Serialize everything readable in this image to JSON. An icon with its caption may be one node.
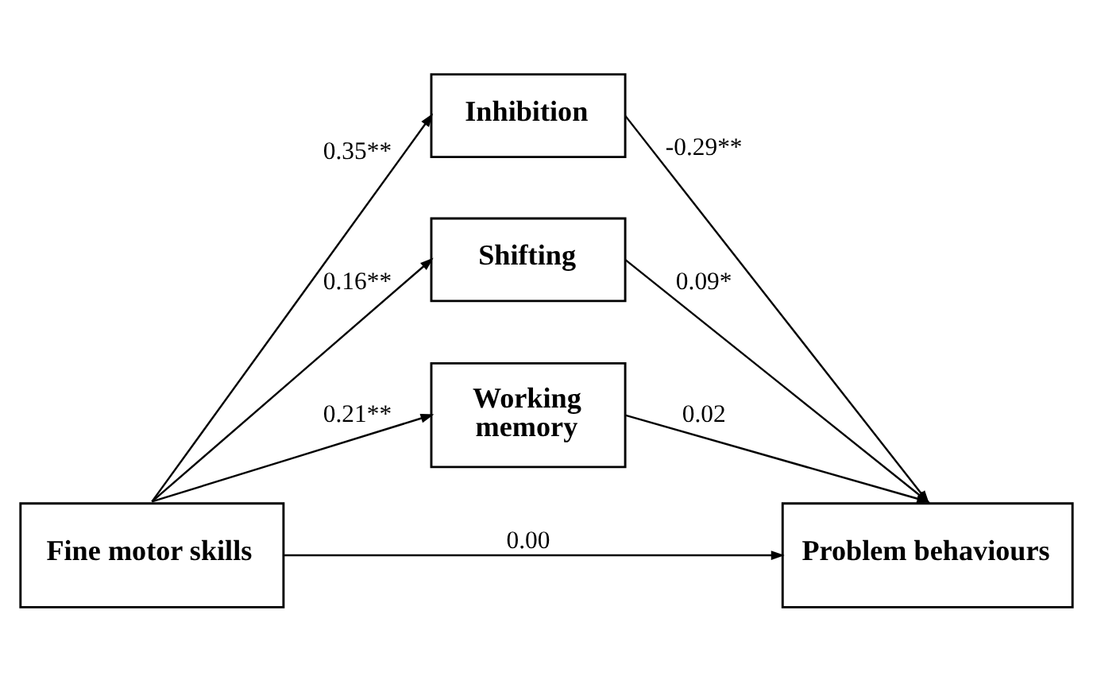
{
  "diagram": {
    "nodes": [
      {
        "text": [
          "Inhibition"
        ]
      },
      {
        "text": [
          "Shifting"
        ]
      },
      {
        "text": [
          "Working memory"
        ]
      },
      {
        "text": [
          "Fine motor skills"
        ]
      },
      {
        "text": [
          "Problem behaviours"
        ]
      }
    ],
    "edges": [
      {
        "from": 3,
        "to": 0,
        "arrow": "to",
        "label": "0.35**"
      },
      {
        "from": 3,
        "to": 1,
        "arrow": "to",
        "label": "0.16**"
      },
      {
        "from": 3,
        "to": 2,
        "arrow": "to",
        "label": "0.21**"
      },
      {
        "from": 0,
        "to": 4,
        "arrow": "to",
        "label": "-0.29**"
      },
      {
        "from": 1,
        "to": 4,
        "arrow": "to",
        "label": "0.09*"
      },
      {
        "from": 2,
        "to": 4,
        "arrow": "to",
        "label": "0.02"
      },
      {
        "from": 3,
        "to": 4,
        "arrow": "to",
        "label": "0.00"
      }
    ]
  }
}
